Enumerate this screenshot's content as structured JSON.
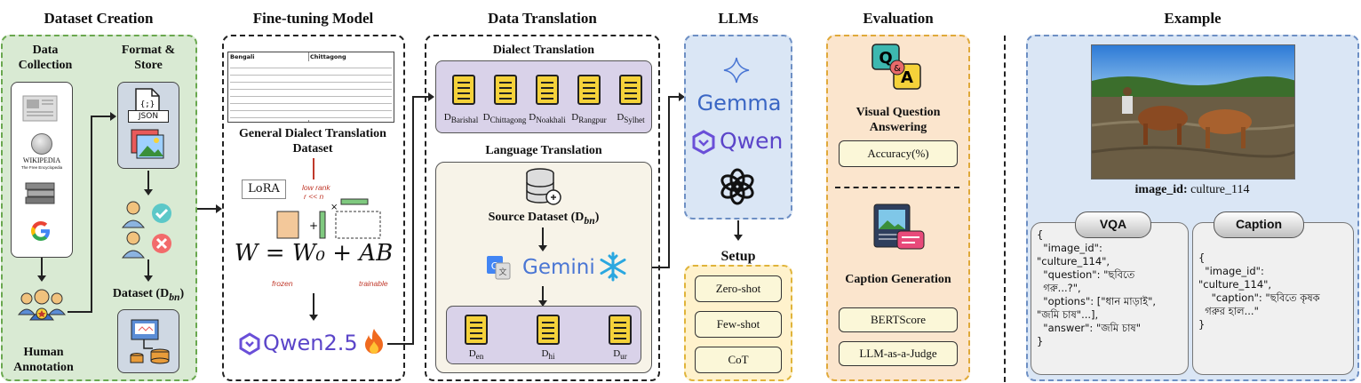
{
  "sections": {
    "dataset_creation": "Dataset Creation",
    "finetuning": "Fine-tuning Model",
    "translation": "Data Translation",
    "llms": "LLMs",
    "evaluation": "Evaluation",
    "example": "Example"
  },
  "dataset_creation": {
    "data_collection": "Data Collection",
    "format_store": "Format & Store",
    "json_label": "JSON",
    "wikipedia": "WIKIPEDIA",
    "wikipedia_sub": "The Free Encyclopedia",
    "human_annotation": "Human Annotation",
    "dataset": "Dataset (D",
    "dataset_sub": "bn",
    "dataset_end": ")"
  },
  "finetuning": {
    "table_headers": [
      "Bengali",
      "Chittagong"
    ],
    "dataset_title": "General Dialect Translation Dataset",
    "lora": "LoRA",
    "low_rank": "low rank",
    "r_less_n": "r << n",
    "formula": "W = W₀ + AB",
    "frozen": "frozen",
    "trainable": "trainable",
    "model": "Qwen2.5"
  },
  "translation": {
    "dialect_title": "Dialect Translation",
    "dialects": [
      {
        "base": "D",
        "sub": "Barishal"
      },
      {
        "base": "D",
        "sub": "Chittagong"
      },
      {
        "base": "D",
        "sub": "Noakhali"
      },
      {
        "base": "D",
        "sub": "Rangpur"
      },
      {
        "base": "D",
        "sub": "Sylhet"
      }
    ],
    "language_title": "Language Translation",
    "source": "Source Dataset (D",
    "source_sub": "bn",
    "source_end": ")",
    "gemini": "Gemini",
    "languages": [
      {
        "base": "D",
        "sub": "en"
      },
      {
        "base": "D",
        "sub": "hi"
      },
      {
        "base": "D",
        "sub": "ur"
      }
    ]
  },
  "llms": {
    "models": [
      "Gemma",
      "Qwen"
    ],
    "setup_title": "Setup",
    "setups": [
      "Zero-shot",
      "Few-shot",
      "CoT"
    ]
  },
  "evaluation": {
    "vqa_title": "Visual Question Answering",
    "vqa_metric": "Accuracy(%)",
    "caption_title": "Caption Generation",
    "caption_metrics": [
      "BERTScore",
      "LLM-as-a-Judge"
    ]
  },
  "example": {
    "image_id_label": "image_id:",
    "image_id_value": "culture_114",
    "vqa_header": "VQA",
    "caption_header": "Caption",
    "vqa_json": "{\n  \"image_id\":\n\"culture_114\",\n  \"question\": \"ছবিতে\n  গরু...?\",\n  \"options\": [\"ধান মাড়াই\",\n\"জমি চাষ\"...],\n  \"answer\": \"জমি চাষ\"\n}",
    "caption_json": "{\n  \"image_id\":\n\"culture_114\",\n    \"caption\": \"ছবিতে কৃষক\n  গরুর হাল...\"\n}"
  }
}
